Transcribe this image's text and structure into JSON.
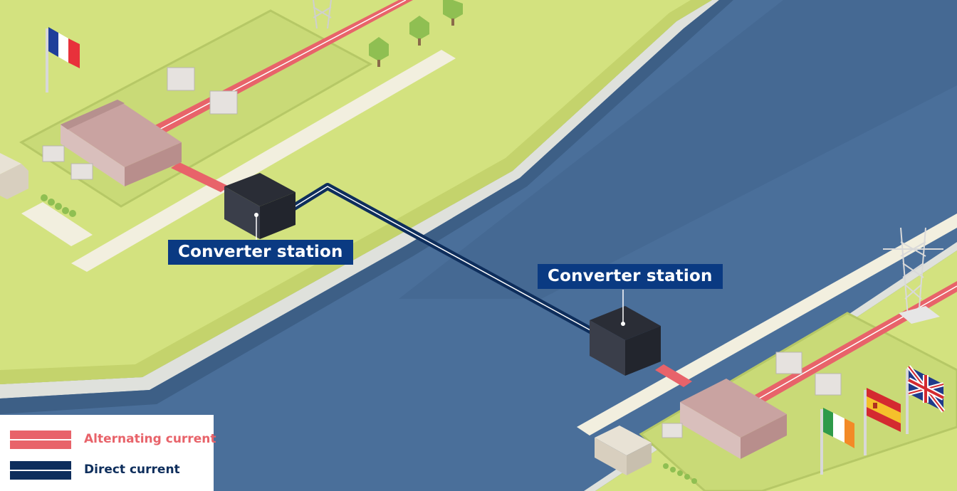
{
  "labels": {
    "converter_left": "Converter station",
    "converter_right": "Converter station"
  },
  "legend": {
    "items": [
      {
        "label": "Alternating current",
        "color": "#e8636a"
      },
      {
        "label": "Direct current",
        "color": "#0e2e5c"
      }
    ]
  },
  "colors": {
    "sea": "#4a6f9a",
    "land": "#d3e27f",
    "ac_line": "#e8636a",
    "dc_cable": "#0e2e5c",
    "label_bg": "#0a3a82"
  },
  "flags": [
    "France",
    "Ireland",
    "Spain",
    "United Kingdom"
  ]
}
